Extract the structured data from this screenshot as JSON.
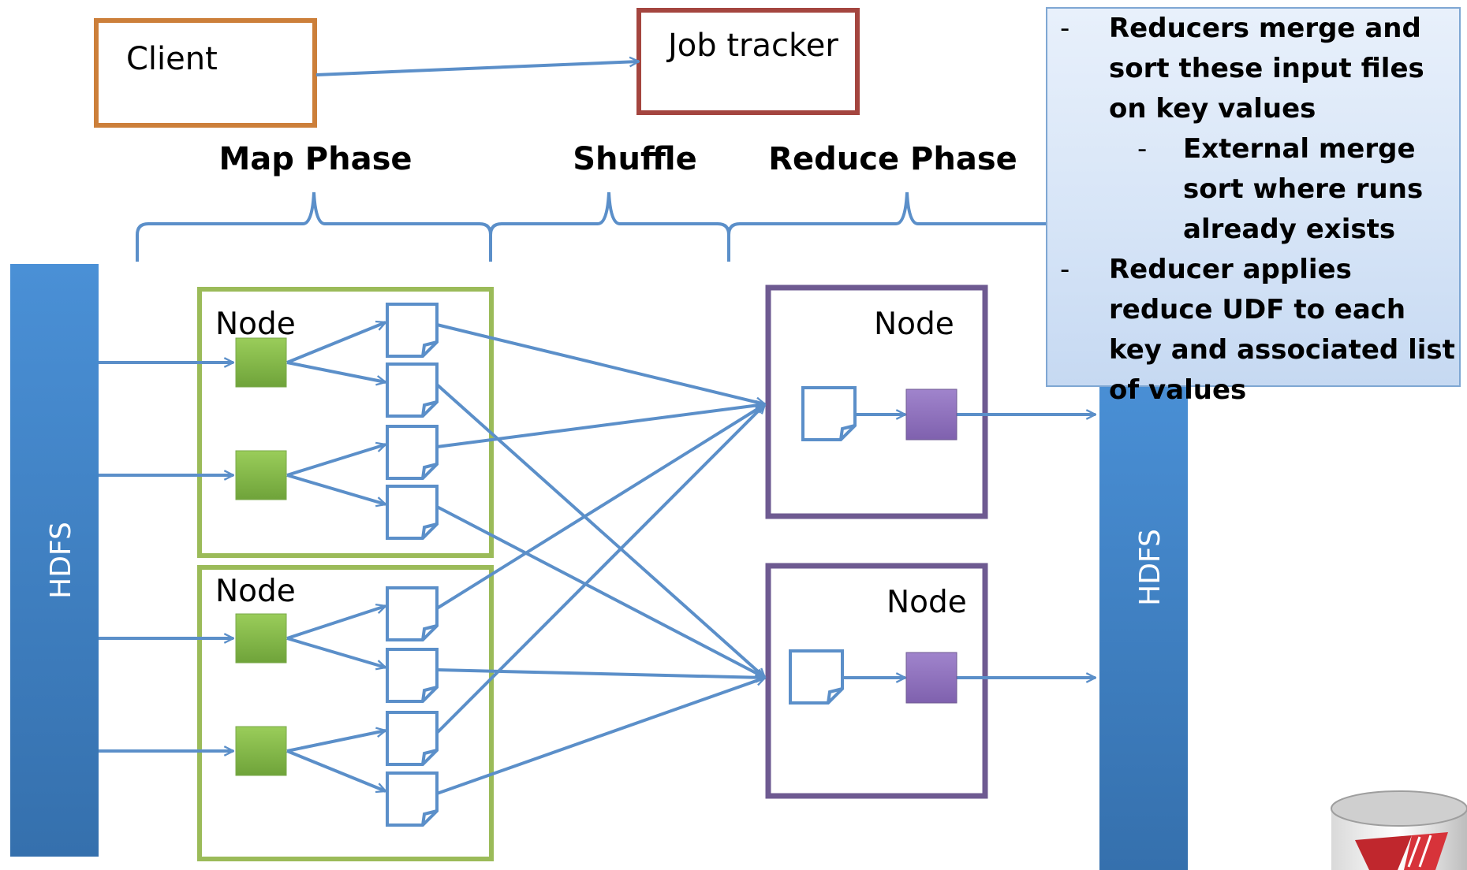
{
  "client_label": "Client",
  "job_tracker_label": "Job tracker",
  "phases": {
    "map": "Map Phase",
    "shuffle": "Shuffle",
    "reduce": "Reduce Phase"
  },
  "hdfs_input_label": "HDFS",
  "hdfs_output_label": "HDFS",
  "node_label": "Node",
  "notes": [
    {
      "level": 1,
      "text": "Reducers merge and sort these input files on key values"
    },
    {
      "level": 2,
      "text": "External merge sort where runs already exists"
    },
    {
      "level": 1,
      "text": "Reducer applies reduce UDF to each key and associated list of values"
    }
  ],
  "colors": {
    "arrow": "#5b8fc9",
    "hdfs": "#3d7cc1",
    "map_node_border": "#9bbb59",
    "map_task": "#84b948",
    "reduce_node_border": "#6e5a91",
    "reduce_task": "#9172bf",
    "client_border": "#cc7f3a",
    "job_tracker_border": "#a4453f",
    "notes_bg": "#dae6f7"
  }
}
